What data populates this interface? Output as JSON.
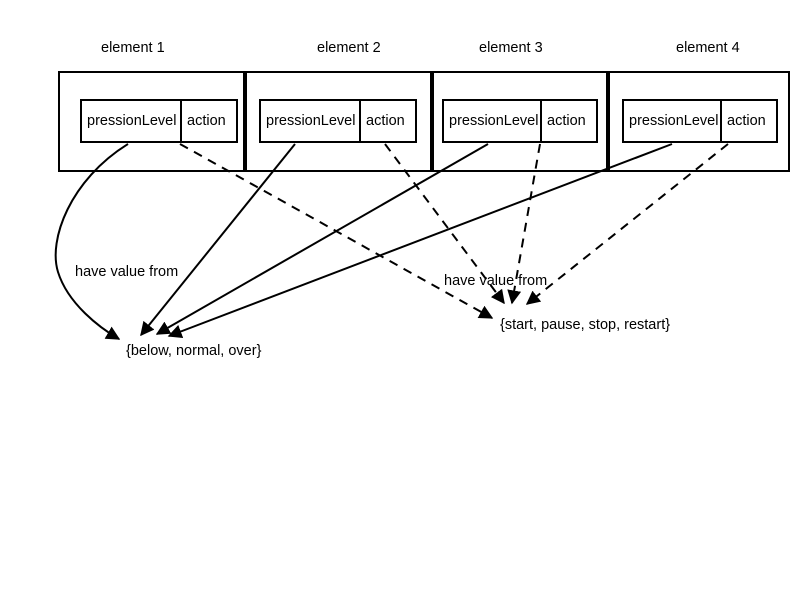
{
  "diagram": {
    "type": "uml-like-attribute-value-diagram",
    "background_color": "#ffffff",
    "line_color": "#000000",
    "elements": [
      {
        "caption": "element 1",
        "attributes": {
          "level": "pressionLevel",
          "action": "action"
        }
      },
      {
        "caption": "element 2",
        "attributes": {
          "level": "pressionLevel",
          "action": "action"
        }
      },
      {
        "caption": "element 3",
        "attributes": {
          "level": "pressionLevel",
          "action": "action"
        }
      },
      {
        "caption": "element 4",
        "attributes": {
          "level": "pressionLevel",
          "action": "action"
        }
      }
    ],
    "edge_labels": {
      "left": "have value from",
      "right": "have value from"
    },
    "enumerations": {
      "pression_levels": "{below, normal, over}",
      "actions": "{start, pause, stop, restart}"
    },
    "edges": {
      "solid_note": "pressionLevel attributes connect with solid arrows to {below, normal, over}",
      "dashed_note": "action attributes connect with dashed arrows to {start, pause, stop, restart}"
    }
  }
}
